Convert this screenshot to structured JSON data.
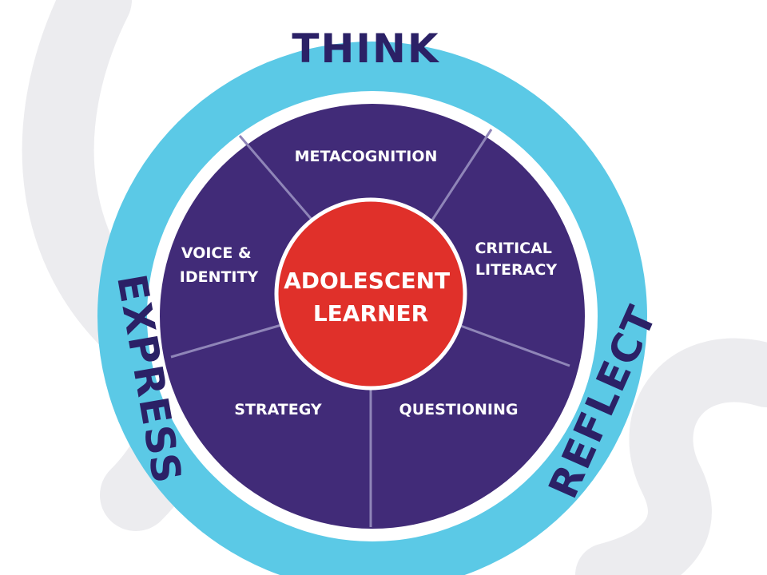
{
  "diagram": {
    "outer_ring": {
      "top": "THINK",
      "left": "EXPRESS",
      "right": "REFLECT"
    },
    "segments": {
      "top": [
        "METACOGNITION"
      ],
      "upper_right": [
        "CRITICAL",
        "LITERACY"
      ],
      "lower_right": [
        "QUESTIONING"
      ],
      "lower_left": [
        "STRATEGY"
      ],
      "upper_left": [
        "VOICE &",
        "IDENTITY"
      ]
    },
    "center": [
      "ADOLESCENT",
      "LEARNER"
    ]
  },
  "colors": {
    "ring": "#5bc9e6",
    "ring_text": "#2b2166",
    "wheel": "#412b78",
    "spoke": "#8f85b8",
    "hub": "#e0302a",
    "hub_border": "#ffffff",
    "label": "#ffffff",
    "swirl": "#ececef"
  }
}
